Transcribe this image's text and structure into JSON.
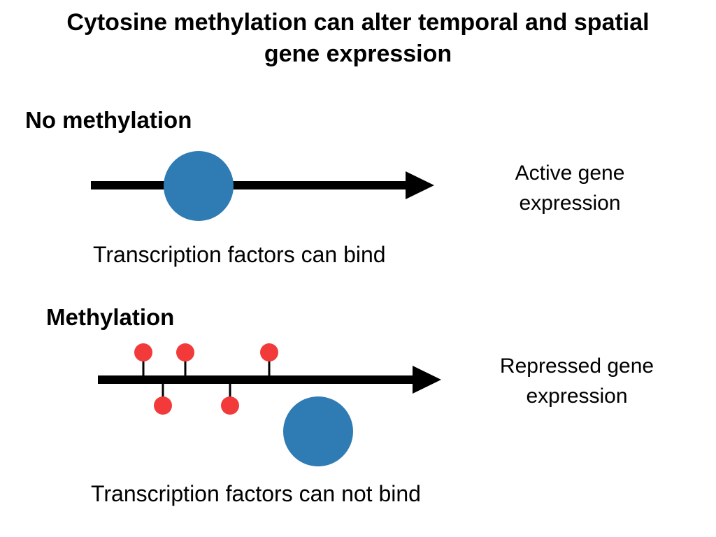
{
  "title": {
    "line1": "Cytosine methylation can alter temporal and spatial",
    "line2": "gene expression"
  },
  "no_methylation": {
    "heading": "No methylation",
    "caption": "Transcription factors can bind",
    "outcome_line1": "Active gene",
    "outcome_line2": "expression"
  },
  "methylation": {
    "heading": "Methylation",
    "caption": "Transcription factors can not bind",
    "outcome_line1": "Repressed gene",
    "outcome_line2": "expression"
  },
  "colors": {
    "transcription_factor": "#2f7bb3",
    "methyl_group": "#f23a3a",
    "dna_strand": "#000000"
  }
}
